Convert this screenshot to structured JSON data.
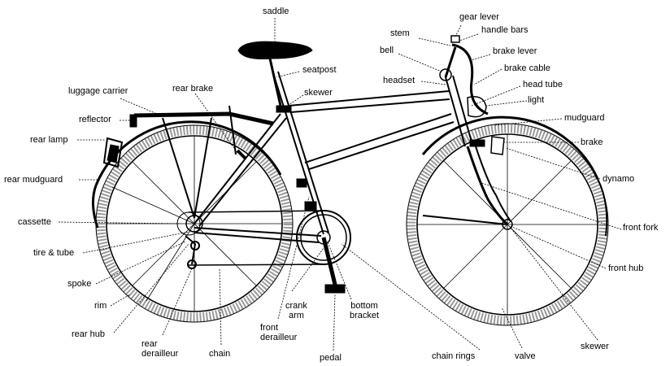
{
  "labels": {
    "saddle": "saddle",
    "gear_lever": "gear lever",
    "stem": "stem",
    "handle_bars": "handle bars",
    "bell": "bell",
    "brake_lever": "brake lever",
    "seatpost": "seatpost",
    "brake_cable": "brake cable",
    "headset": "headset",
    "head_tube": "head tube",
    "luggage_carrier": "luggage carrier",
    "rear_brake": "rear brake",
    "skewer_top": "skewer",
    "light": "light",
    "reflector": "reflector",
    "mudguard": "mudguard",
    "rear_lamp": "rear lamp",
    "brake": "brake",
    "rear_mudguard": "rear mudguard",
    "dynamo": "dynamo",
    "cassette": "cassette",
    "front_fork": "front fork",
    "tire_tube": "tire & tube",
    "front_hub": "front hub",
    "spoke": "spoke",
    "rim": "rim",
    "crank_arm_1": "crank",
    "crank_arm_2": "arm",
    "bottom_bracket_1": "bottom",
    "bottom_bracket_2": "bracket",
    "rear_hub": "rear hub",
    "front_derailleur_1": "front",
    "front_derailleur_2": "derailleur",
    "rear_derailleur_1": "rear",
    "rear_derailleur_2": "derailleur",
    "chain": "chain",
    "pedal": "pedal",
    "chain_rings": "chain rings",
    "valve": "valve",
    "skewer_bottom": "skewer"
  },
  "colors": {
    "ink": "#000000",
    "tire": "#9a9a9a",
    "background": "#ffffff"
  }
}
